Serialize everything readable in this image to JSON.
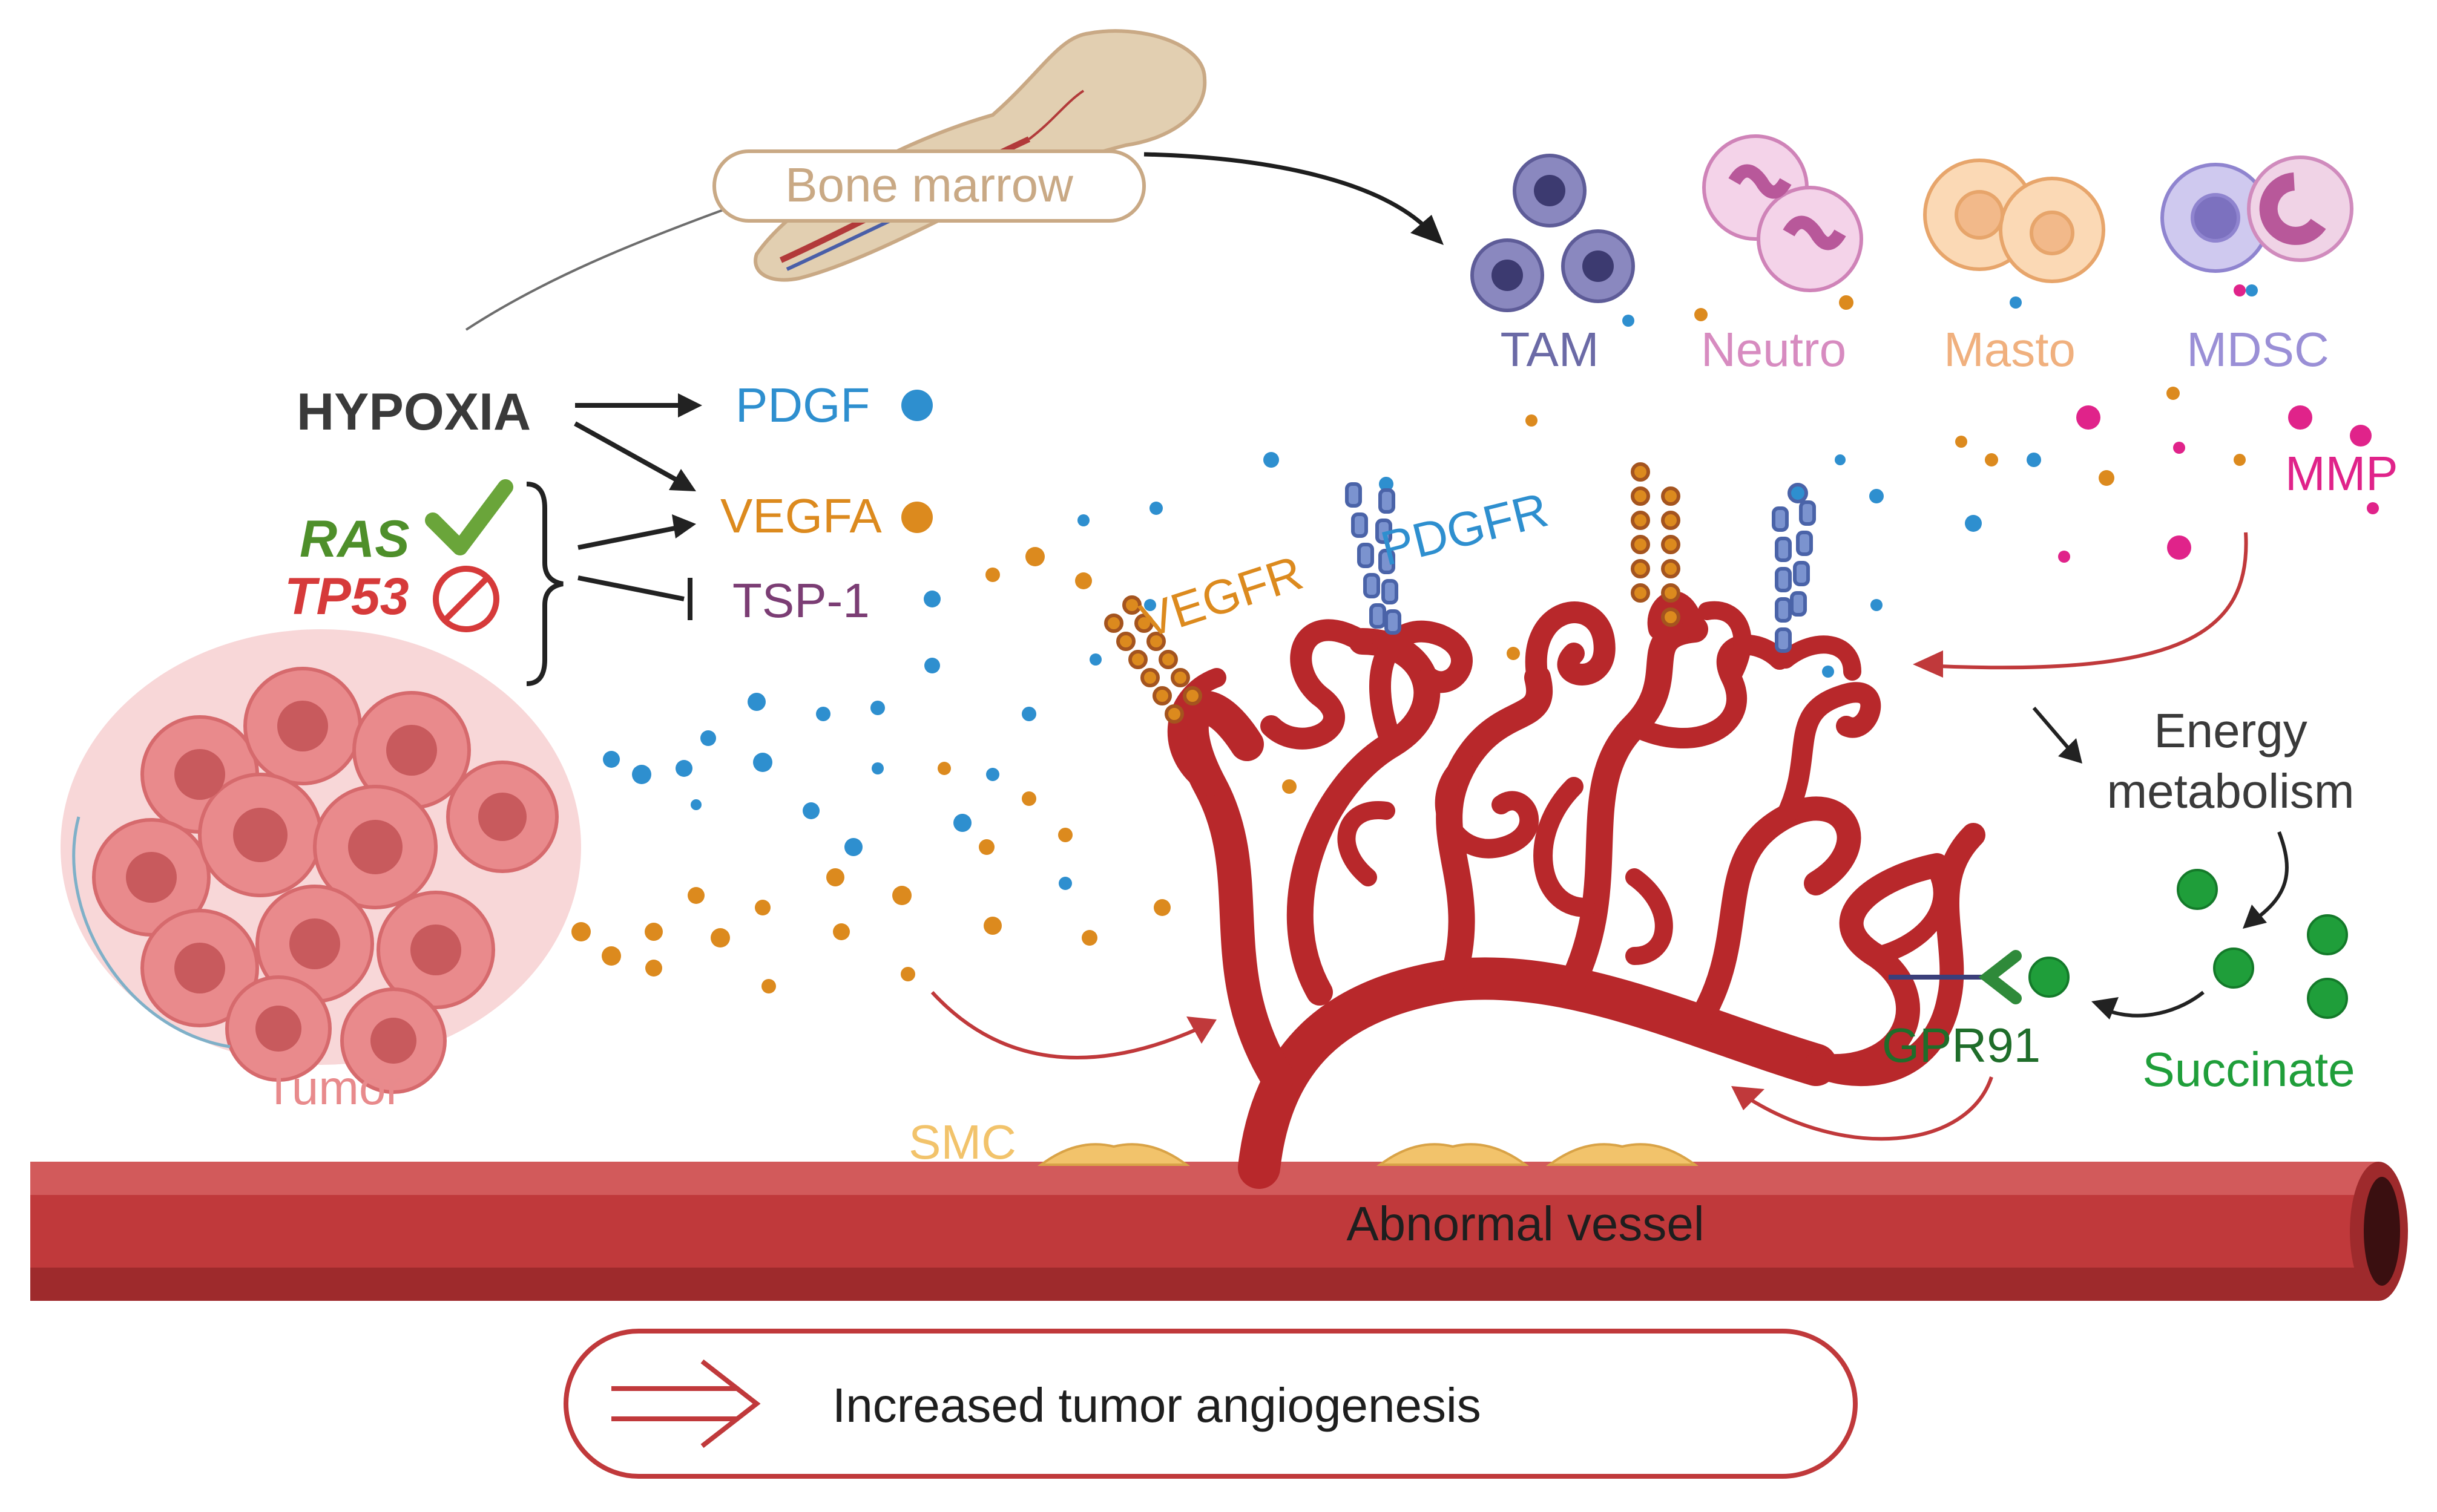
{
  "labels": {
    "bone_marrow": "Bone marrow",
    "hypoxia": "HYPOXIA",
    "ras": "RAS",
    "tp53": "TP53",
    "pdgf": "PDGF",
    "vegfa": "VEGFA",
    "tsp1": "TSP-1",
    "tumor": "Tumor",
    "vegfr": "VEGFR",
    "pdgfr": "PDGFR",
    "tam": "TAM",
    "neutro": "Neutro",
    "masto": "Masto",
    "mdsc": "MDSC",
    "mmp": "MMP",
    "energy_line1": "Energy",
    "energy_line2": "metabolism",
    "succinate": "Succinate",
    "gpr91": "GPR91",
    "smc": "SMC",
    "vessel": "Abnormal vessel",
    "legend": "Increased tumor angiogenesis"
  },
  "colors": {
    "vessel_red": "#c0393b",
    "vessel_dark": "#9e2a2c",
    "pdgf_blue": "#2e8fcf",
    "vegfa_orange": "#dc8a1e",
    "tsp1_purple": "#7b3d74",
    "ras_green": "#4e8f2a",
    "tp53_red": "#d63a3a",
    "succinate_green": "#1f9e3a",
    "mmp_pink": "#e0238a",
    "tam_purple": "#6b6aa6",
    "neutro_pink": "#d78bc0",
    "masto_peach": "#f0b07e",
    "mdsc_violet": "#9a8fd6",
    "tumor_pink": "#e88a8c",
    "bone_tan": "#c9a985",
    "smc_yellow": "#f2c36b"
  },
  "icons": [
    "check-icon",
    "prohibited-icon",
    "double-arrow-icon",
    "bone-icon"
  ]
}
